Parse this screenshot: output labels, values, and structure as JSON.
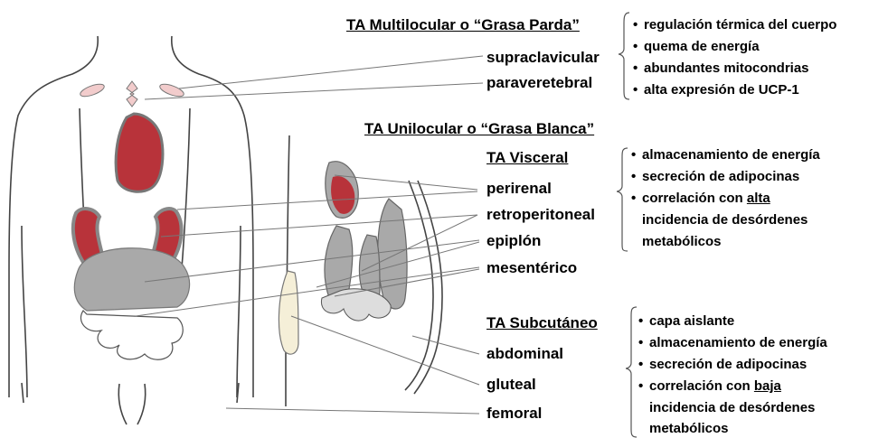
{
  "brown_fat": {
    "title": "TA Multilocular o “Grasa Parda”",
    "labels": [
      "supraclavicular",
      "paraveretebral"
    ],
    "bullets": [
      "regulación térmica del cuerpo",
      "quema de energía",
      "abundantes mitocondrias",
      "alta expresión de UCP-1"
    ]
  },
  "white_fat": {
    "title": "TA Unilocular o “Grasa Blanca”",
    "visceral": {
      "title": "TA Visceral",
      "labels": [
        "perirenal",
        "retroperitoneal",
        "epiplón",
        "mesentérico"
      ],
      "bullets": {
        "b1": "almacenamiento de energía",
        "b2": "secreción de adipocinas",
        "b3_pre": "correlación con ",
        "b3_em": "alta",
        "b3_l2": "incidencia de desórdenes",
        "b3_l3": "metabólicos"
      }
    },
    "subcutaneous": {
      "title": "TA Subcutáneo",
      "labels": [
        "abdominal",
        "gluteal",
        "femoral"
      ],
      "bullets": {
        "b1": "capa aislante",
        "b2": "almacenamiento de energía",
        "b3": "secreción de adipocinas",
        "b4_pre": "correlación con ",
        "b4_em": "baja",
        "b4_l2": "incidencia de desórdenes",
        "b4_l3": "metabólicos"
      }
    }
  },
  "colors": {
    "organ_red": "#b8333a",
    "organ_gray": "#a9a9a9",
    "brown_fat": "#f2cccc",
    "subcutaneous_fat": "#f5efd8",
    "outline": "#444444"
  }
}
